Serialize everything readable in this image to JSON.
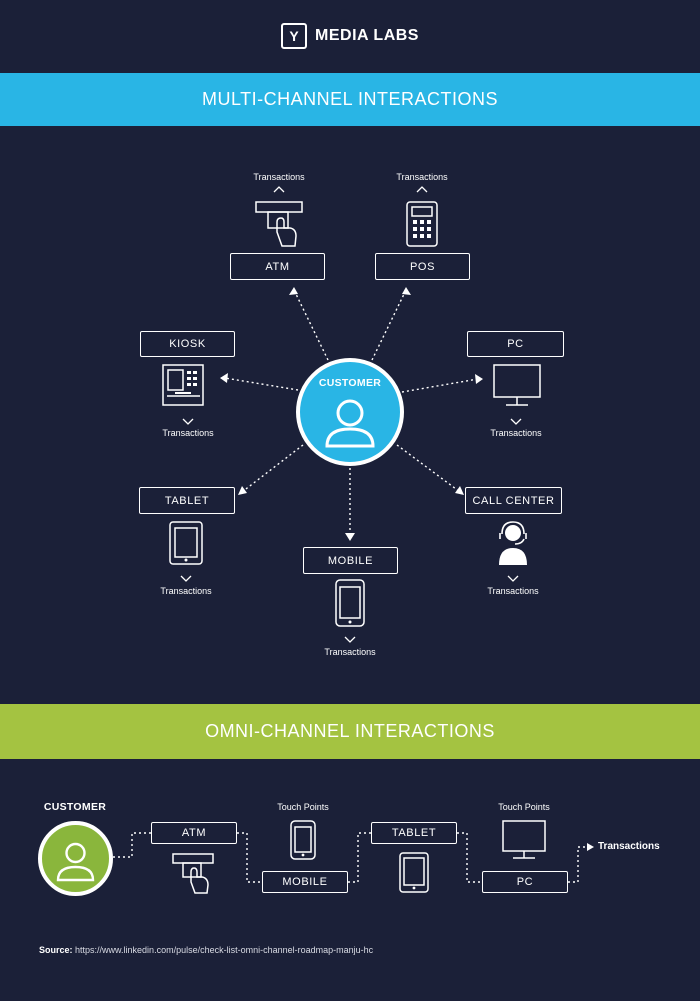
{
  "header": {
    "logo_mark": "Y",
    "logo_text": "MEDIA LABS"
  },
  "multi": {
    "banner": "MULTI-CHANNEL INTERACTIONS",
    "customer": "CUSTOMER",
    "transactions": "Transactions",
    "channels": {
      "atm": "ATM",
      "pos": "POS",
      "kiosk": "KIOSK",
      "pc": "PC",
      "tablet": "TABLET",
      "call_center": "CALL CENTER",
      "mobile": "MOBILE"
    }
  },
  "omni": {
    "banner": "OMNI-CHANNEL INTERACTIONS",
    "customer": "CUSTOMER",
    "touch_points": "Touch Points",
    "transactions": "Transactions",
    "steps": {
      "atm": "ATM",
      "mobile": "MOBILE",
      "tablet": "TABLET",
      "pc": "PC"
    }
  },
  "source": {
    "label": "Source:",
    "url": "https://www.linkedin.com/pulse/check-list-omni-channel-roadmap-manju-hc"
  },
  "colors": {
    "background": "#1b2038",
    "blue": "#29b5e5",
    "green": "#a4c341",
    "white": "#ffffff"
  }
}
